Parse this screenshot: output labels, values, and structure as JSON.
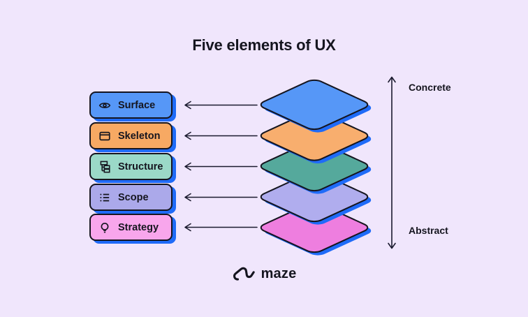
{
  "title": "Five elements of UX",
  "background_color": "#F0E6FC",
  "ink_color": "#1A1A2E",
  "shadow_color": "#1F6BF8",
  "axis": {
    "top_label": "Concrete",
    "bottom_label": "Abstract"
  },
  "logo": {
    "text": "maze",
    "icon": "maze-logo-icon"
  },
  "layers": [
    {
      "label": "Surface",
      "icon": "eye-icon",
      "chip_color": "#5697F7",
      "diamond_color": "#5697F7"
    },
    {
      "label": "Skeleton",
      "icon": "browser-window-icon",
      "chip_color": "#F7A963",
      "diamond_color": "#F8AE6E"
    },
    {
      "label": "Structure",
      "icon": "sitemap-icon",
      "chip_color": "#9BD9C8",
      "diamond_color": "#55A99C"
    },
    {
      "label": "Scope",
      "icon": "list-icon",
      "chip_color": "#ABA9EA",
      "diamond_color": "#B0ADEE"
    },
    {
      "label": "Strategy",
      "icon": "lightbulb-icon",
      "chip_color": "#F8A6EC",
      "diamond_color": "#EE7EDF"
    }
  ]
}
